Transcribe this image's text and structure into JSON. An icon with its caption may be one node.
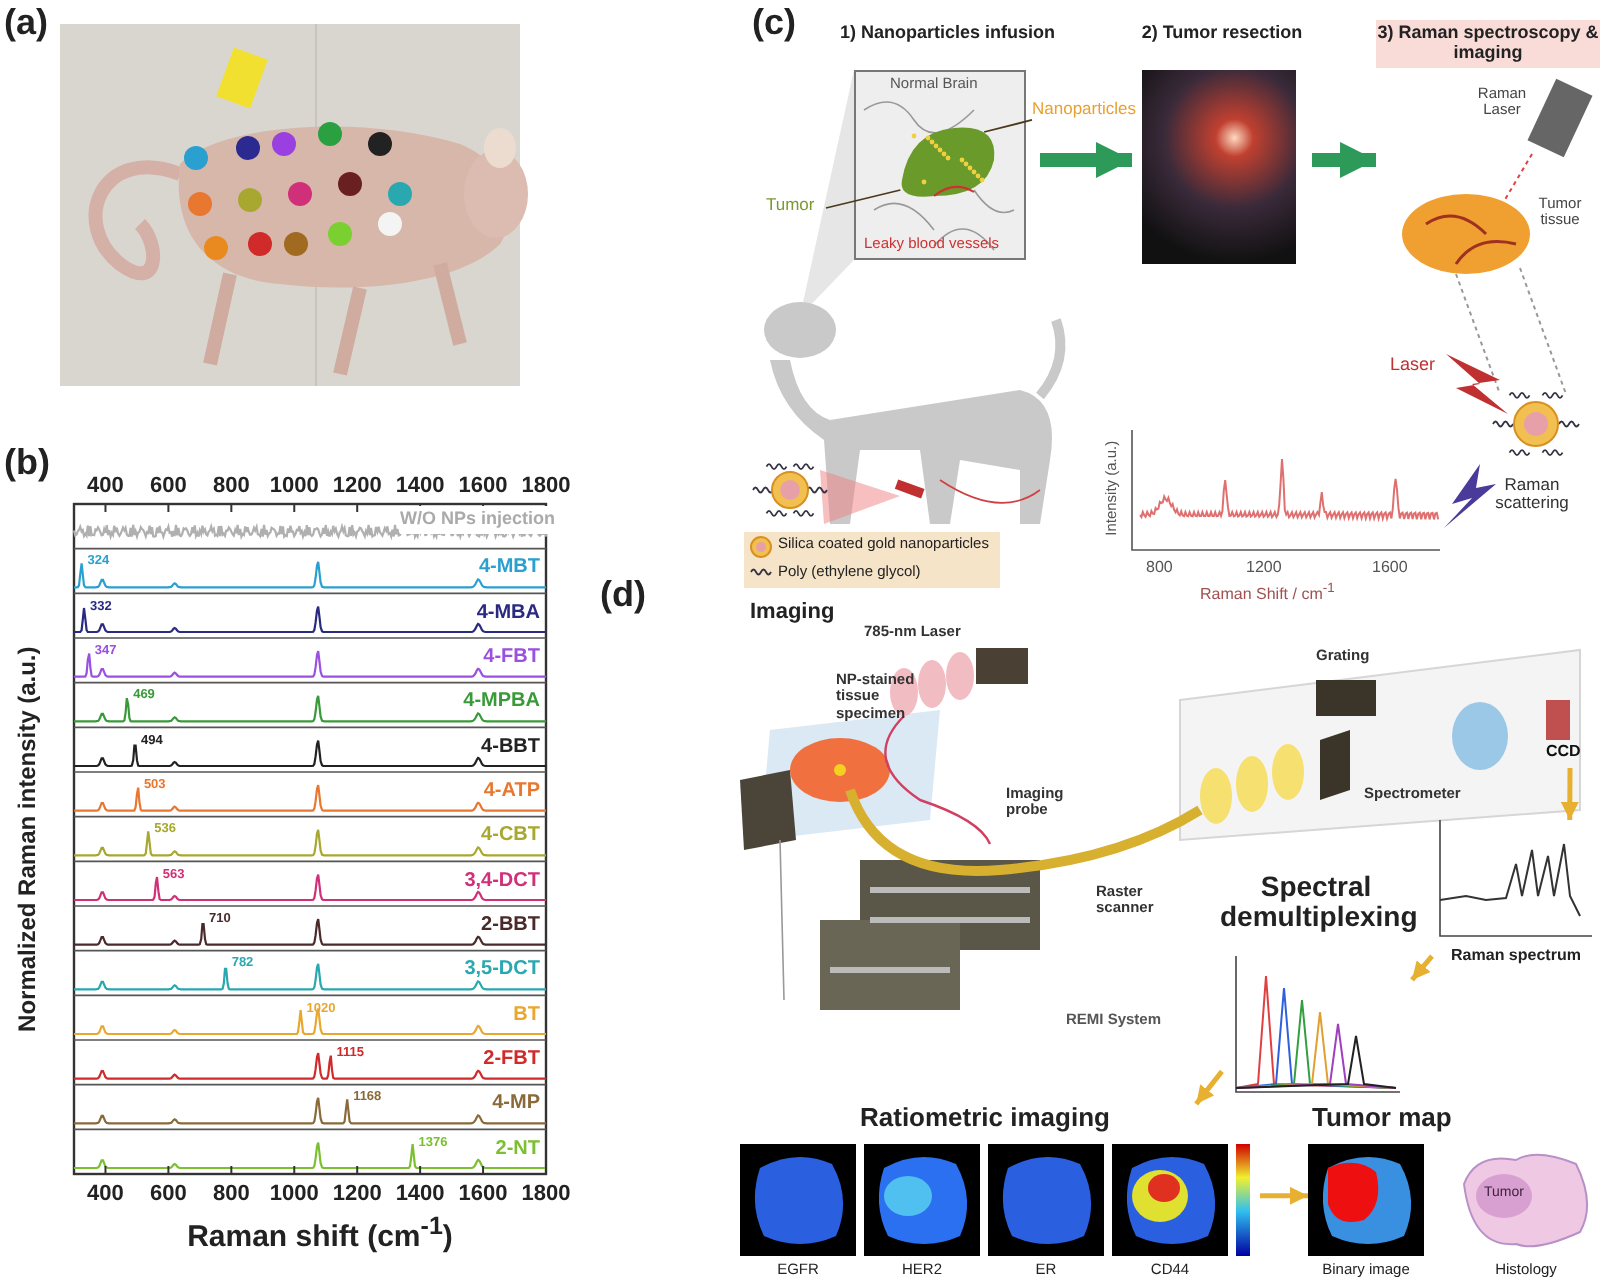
{
  "diagram": {
    "nodes": [
      {
        "text": [
          "1) Nanoparticles infusion"
        ]
      },
      {
        "text": [],
        "shape": "picture",
        "in": 0
      },
      {
        "text": [
          "Tumor"
        ]
      },
      {
        "text": [
          "Nanoparticles"
        ]
      },
      {
        "text": [
          "2) Tumor resection"
        ]
      },
      {
        "text": [
          "3) Raman spectroscopy & imaging"
        ]
      },
      {
        "text": [
          "CCD"
        ]
      },
      {
        "text": [
          "Raman spectrum"
        ]
      },
      {
        "text": [
          "Spectral demultiplexing"
        ]
      },
      {
        "text": [
          "Ratiometric imaging"
        ]
      },
      {
        "text": [
          "EGFR"
        ],
        "in": 9
      },
      {
        "text": [
          "HER2"
        ],
        "in": 9
      },
      {
        "text": [
          "ER"
        ],
        "in": 9
      },
      {
        "text": [
          "CD44"
        ],
        "in": 9
      },
      {
        "text": [
          "Tumor map"
        ]
      },
      {
        "text": [
          "Binary image"
        ],
        "in": 14
      },
      {
        "text": [
          "Tumor",
          "Histology"
        ],
        "in": 14
      }
    ],
    "edges": [
      {
        "from": 2,
        "to": 1,
        "arrow": "none",
        "color": "#4a3a1a"
      },
      {
        "from": 3,
        "to": 1,
        "arrow": "none",
        "color": "#4a3a1a"
      },
      {
        "from": 0,
        "to": 4,
        "arrow": "to",
        "style": "thick",
        "color": "#2e9a5a"
      },
      {
        "from": 4,
        "to": 5,
        "arrow": "to",
        "style": "thick",
        "color": "#2e9a5a"
      },
      {
        "from": 6,
        "to": 7,
        "arrow": "to"
      },
      {
        "from": 7,
        "to": 8,
        "arrow": "to"
      },
      {
        "from": 8,
        "to": 9,
        "arrow": "to"
      },
      {
        "from": 13,
        "to": 15,
        "arrow": "to"
      }
    ],
    "labels": [
      "(a)",
      "(b)",
      "400",
      "600",
      "800",
      "1000",
      "1200",
      "1400",
      "1600",
      "1800",
      "W/O NPs injection",
      "324",
      "4-MBT",
      "332",
      "4-MBA",
      "347",
      "4-FBT",
      "469",
      "4-MPBA",
      "494",
      "4-BBT",
      "503",
      "4-ATP",
      "536",
      "4-CBT",
      "563",
      "3,4-DCT",
      "710",
      "2-BBT",
      "782",
      "3,5-DCT",
      "1020",
      "BT",
      "1115",
      "2-FBT",
      "1168",
      "4-MP",
      "1376",
      "2-NT",
      "Normalized Raman intensity (a.u.)",
      "400",
      "600",
      "800",
      "1000",
      "1200",
      "1400",
      "1600",
      "1800",
      "Raman shift (cm$^{-1}$)",
      "(c)",
      "Normal Brain",
      "Leaky blood vessels",
      "Raman Laser",
      "Tumor tissue",
      "Laser",
      "Raman scattering",
      "Intensity (a.u.)",
      "800",
      "1200",
      "1600",
      "Raman Shift / cm$^{-1}$",
      "(d)",
      "Imaging",
      "785-nm Laser",
      "NP-stained tissue specimen",
      "Grating",
      "Imaging probe",
      "Spectrometer",
      "Raster scanner",
      "REMI System"
    ],
    "legend": [
      {
        "text": "Silica coated gold nanoparticles"
      },
      {
        "text": "Poly (ethylene glycol)"
      }
    ]
  }
}
